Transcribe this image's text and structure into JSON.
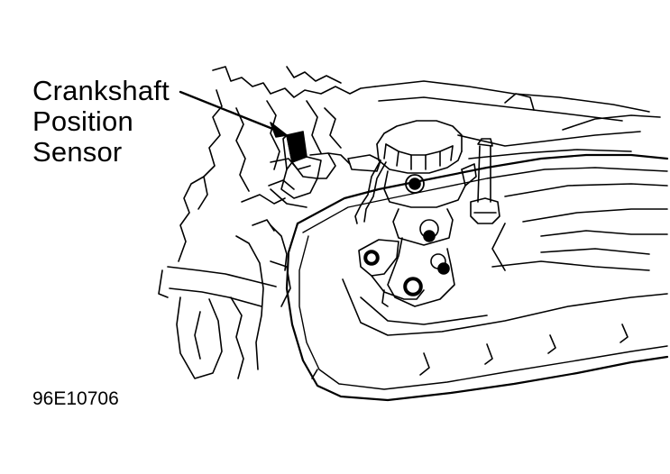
{
  "callout": {
    "line1": "Crankshaft",
    "line2": "Position",
    "line3": "Sensor"
  },
  "figure_id": "96E10706",
  "colors": {
    "ink": "#000000",
    "paper": "#ffffff"
  }
}
